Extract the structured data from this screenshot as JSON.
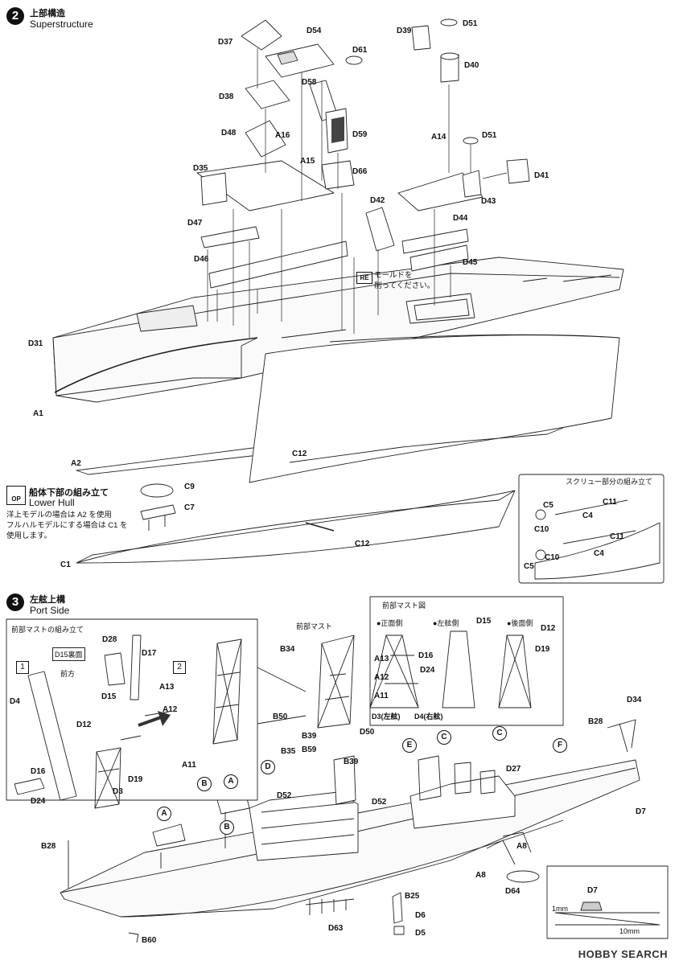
{
  "steps": {
    "s2": {
      "num": "2",
      "jp": "上部構造",
      "en": "Superstructure"
    },
    "s3": {
      "num": "3",
      "jp": "左舷上構",
      "en": "Port Side"
    },
    "op": {
      "badge": "OP",
      "jp": "船体下部の組み立て",
      "en": "Lower Hull",
      "note1": "洋上モデルの場合は A2 を使用",
      "note2": "フルハルモデルにする場合は C1 を",
      "note3": "使用します。"
    }
  },
  "remove_note": {
    "badge": "RE",
    "line1": "モールドを",
    "line2": "削ってください。"
  },
  "screw_box": {
    "title": "スクリュー部分の組み立て"
  },
  "mast_box": {
    "title": "前部マストの組み立て",
    "step1": "1",
    "step2": "2",
    "d15_note": "D15裏面",
    "front_note": "前方"
  },
  "mast_diagram": {
    "title": "前部マスト図",
    "front": "●正面側",
    "port": "●左舷側",
    "rear": "●後面側",
    "d3": "D3(左舷)",
    "d4": "D4(右舷)"
  },
  "zoom_label": "前部マスト",
  "dimension": {
    "label1": "1mm",
    "label2": "10mm",
    "part": "D7"
  },
  "watermark": "HOBBY SEARCH",
  "circled": [
    "A",
    "B",
    "A",
    "B",
    "C",
    "C",
    "D",
    "E",
    "F"
  ],
  "parts": [
    "D37",
    "D54",
    "D61",
    "D39",
    "D51",
    "D40",
    "D38",
    "D58",
    "D59",
    "D48",
    "A16",
    "A14",
    "D51",
    "D35",
    "A15",
    "D66",
    "D41",
    "D43",
    "D42",
    "D44",
    "D47",
    "D46",
    "D45",
    "D31",
    "A1",
    "A2",
    "C12",
    "C9",
    "C7",
    "C12",
    "C1",
    "C5",
    "C11",
    "C4",
    "C10",
    "C11",
    "C10",
    "C4",
    "C5",
    "D28",
    "D17",
    "D15",
    "A13",
    "A12",
    "A11",
    "D4",
    "D12",
    "D16",
    "D19",
    "D24",
    "D3",
    "B34",
    "B50",
    "B39",
    "B35",
    "B59",
    "B39",
    "D50",
    "D52",
    "D52",
    "D27",
    "D34",
    "B28",
    "D15",
    "D12",
    "D16",
    "D19",
    "D24",
    "A13",
    "A12",
    "A11",
    "D7",
    "A8",
    "A8",
    "D64",
    "B28",
    "B25",
    "D6",
    "D5",
    "D63",
    "B60"
  ]
}
